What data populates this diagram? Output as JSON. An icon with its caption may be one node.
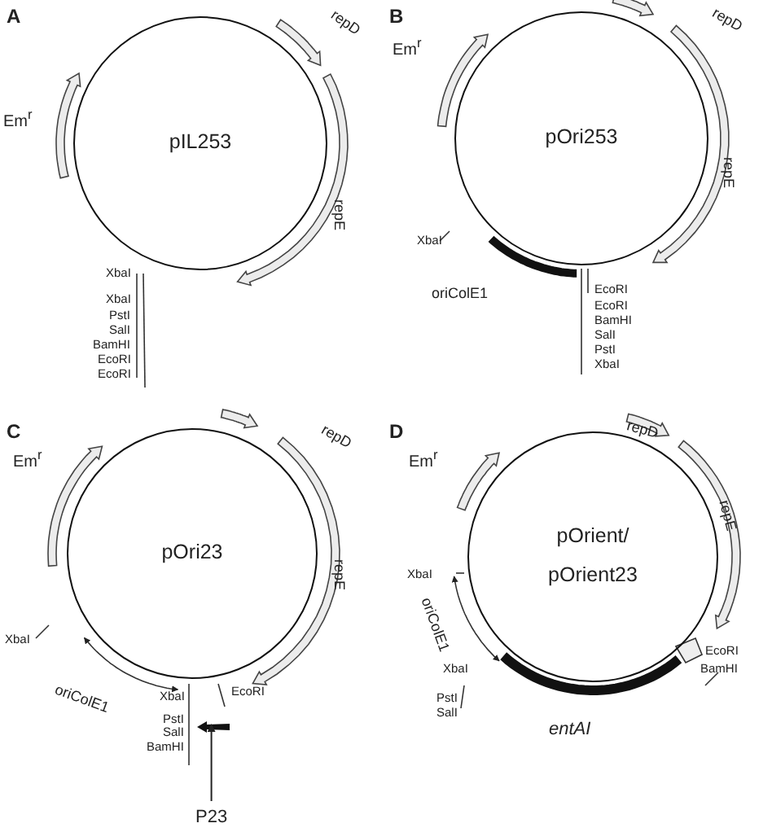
{
  "diagram": {
    "nodes": [
      {
        "text": [
          "pIL253"
        ],
        "beside": [
          "repD",
          "Em$^{r}$",
          "repE",
          "XbaI",
          "XbaI",
          "PstI",
          "SalI",
          "BamHI",
          "EcoRI",
          "EcoRI"
        ]
      },
      {
        "text": [
          "pOri253"
        ],
        "beside": [
          "repD",
          "Em$^{r}$",
          "repE",
          "XbaI",
          "oriColE1",
          "EcoRI",
          "EcoRI",
          "BamHI",
          "SalI",
          "PstI",
          "XbaI"
        ]
      },
      {
        "text": [
          "pOri23"
        ],
        "beside": [
          "repD",
          "Em$^{r}$",
          "repE",
          "XbaI",
          "oriColE1",
          "XbaI",
          "PstI",
          "SalI",
          "BamHI",
          "EcoRI"
        ]
      },
      {
        "text": [
          "pOrient/ pOrient23"
        ],
        "beside": [
          "repD",
          "Em$^{r}$",
          "repE",
          "XbaI",
          "oriColE1",
          "EcoRI",
          "XbaI",
          "BamHI",
          "PstI",
          "SalI",
          "entAI"
        ]
      },
      {
        "text": [
          "P23"
        ]
      },
      {
        "text": [],
        "shape": "bar"
      }
    ],
    "edges": [
      {
        "from": 4,
        "to": 5,
        "arrow": "to"
      }
    ],
    "labels": [
      "A",
      "B",
      "C",
      "D"
    ]
  }
}
